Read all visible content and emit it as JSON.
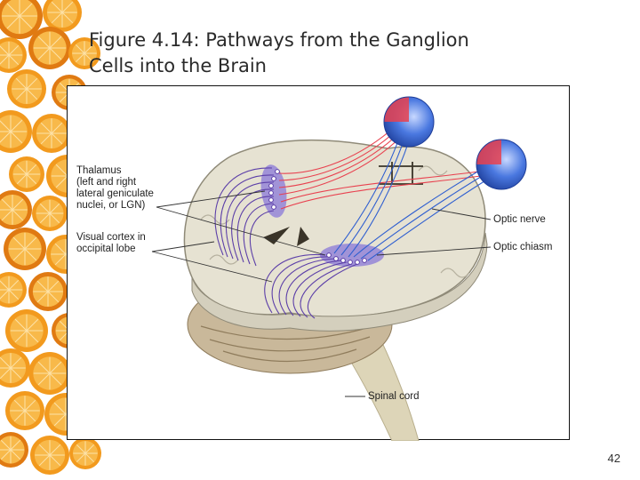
{
  "slide": {
    "title_lines": [
      "Figure 4.14: Pathways from the Ganglion",
      "Cells into the Brain"
    ],
    "page_number": "42"
  },
  "figure": {
    "labels": {
      "thalamus": [
        "Thalamus",
        "(left and right",
        "lateral geniculate",
        "nuclei, or LGN)"
      ],
      "visual_cortex": [
        "Visual cortex in",
        "occipital lobe"
      ],
      "optic_nerve": "Optic nerve",
      "optic_chiasm": "Optic chiasm",
      "spinal_cord": "Spinal cord"
    }
  },
  "colors": {
    "left_pathway": "#e8414f",
    "right_pathway": "#2f5fd0",
    "cortex_pathway": "#5c3fa8",
    "lgn_blob": "#8a78d8",
    "brain_tissue": "#e6e2d2",
    "cerebellum": "#c9b89a",
    "spinal_cord": "#ddd5b8",
    "orange_peel": "#f29a1e"
  }
}
